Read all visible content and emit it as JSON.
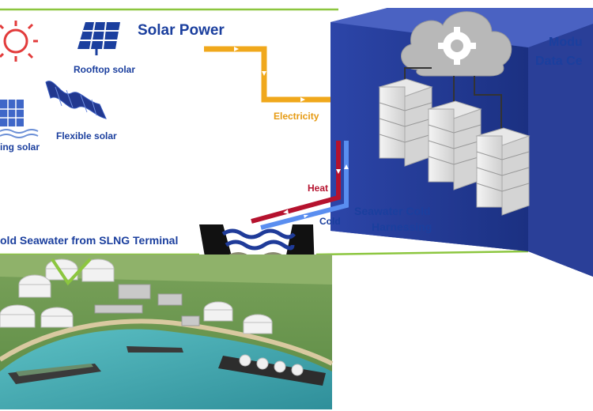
{
  "labels": {
    "solar_power": "Solar Power",
    "rooftop_solar": "Rooftop solar",
    "flexible_solar": "Flexible solar",
    "floating_solar": "ing solar",
    "electricity": "Electricity",
    "heat": "Heat",
    "cold": "Cold",
    "seawater_line1": "Seawater Cold",
    "seawater_line2": "Harnessing",
    "cold_seawater": "old Seawater from SLNG Terminal",
    "datacenter_line1": "Modu",
    "datacenter_line2": "Data Ce"
  },
  "colors": {
    "green_line": "#8cc63f",
    "electricity": "#f0a81c",
    "heat": "#b5122e",
    "cold": "#5a8ef0",
    "sun": "#e23b3b",
    "navy": "#1f3b99",
    "label_blue": "#1b3f9e"
  },
  "icons": [
    "sun-icon",
    "rooftop-solar-icon",
    "flexible-solar-icon",
    "floating-solar-icon",
    "cloud-gear-icon",
    "server-rack-icon",
    "seawater-intake-icon"
  ]
}
